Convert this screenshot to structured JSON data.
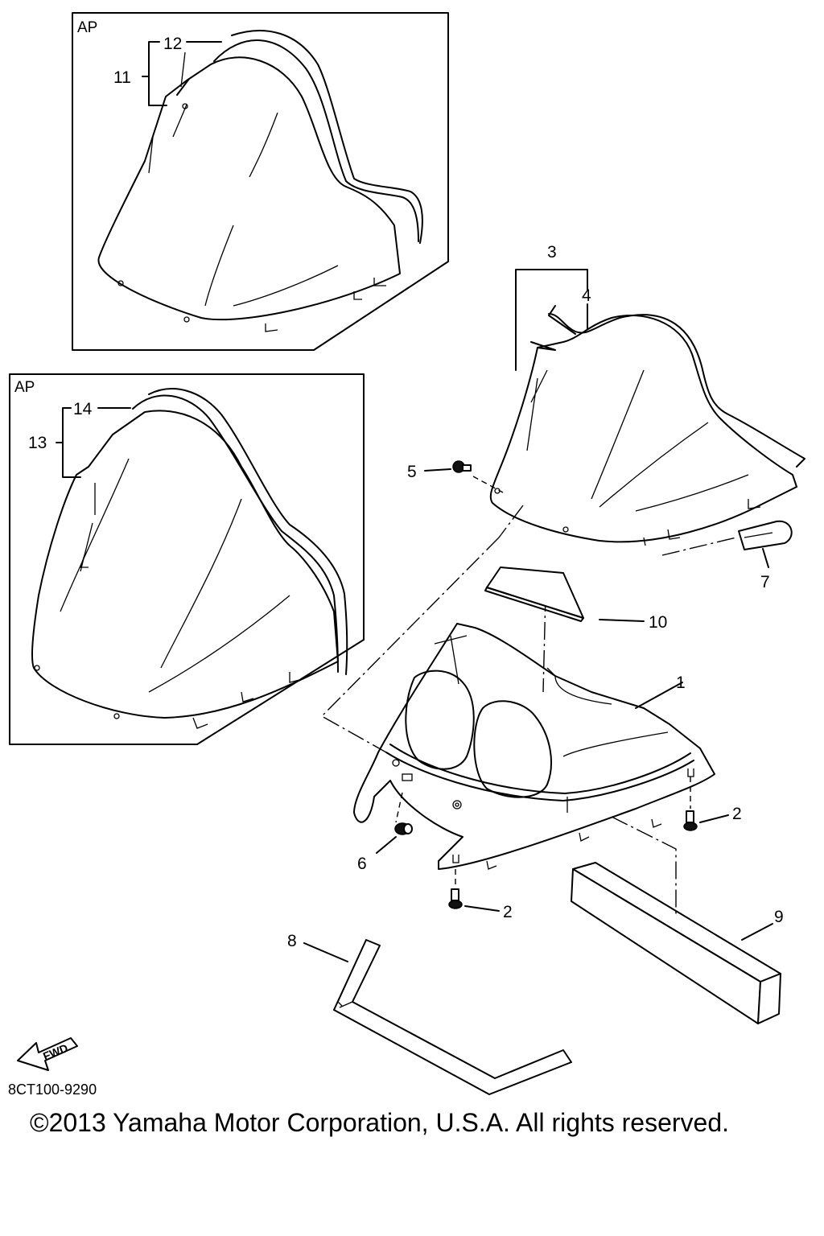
{
  "inset_label": "AP",
  "callouts": [
    "1",
    "2",
    "3",
    "4",
    "5",
    "6",
    "7",
    "8",
    "9",
    "10",
    "11",
    "12",
    "13",
    "14"
  ],
  "fwd_label": "FWD",
  "diagram_code": "8CT100-9290",
  "copyright": "©2013 Yamaha Motor Corporation, U.S.A. All rights reserved."
}
